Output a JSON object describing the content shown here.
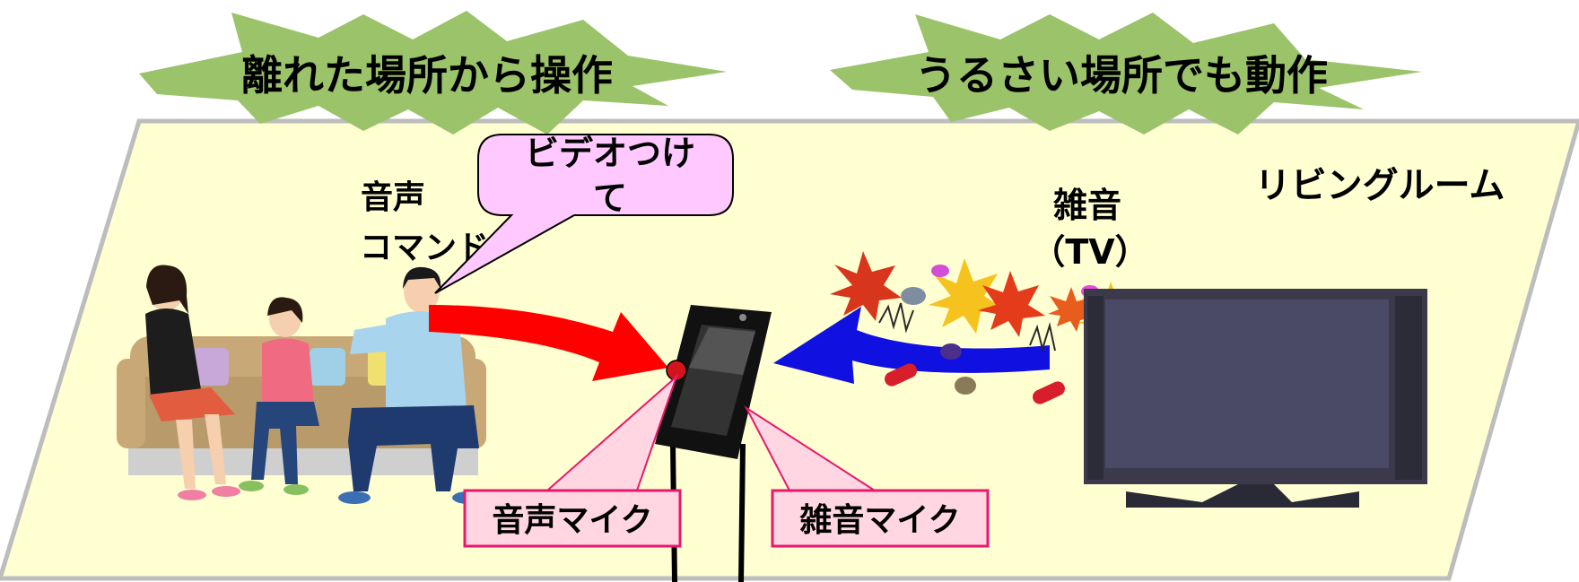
{
  "banners": {
    "left": "離れた場所から操作",
    "right": "うるさい場所でも動作"
  },
  "room_label": "リビングルーム",
  "speech_bubble": {
    "line1": "ビデオつけ",
    "line2": "て"
  },
  "voice_command": {
    "line1": "音声",
    "line2": "コマンド"
  },
  "noise_label": {
    "line1": "雑音",
    "line2": "（TV）"
  },
  "mic_labels": {
    "voice": "音声マイク",
    "noise": "雑音マイク"
  },
  "colors": {
    "floor": "#ffffd2",
    "floor_border": "#bdbdbd",
    "banner_fill": "#9bc36a",
    "voice_arrow": "#ff0000",
    "noise_arrow": "#1010e0",
    "bubble_fill": "#ffc8ff",
    "label_fill": "#ffd6e2",
    "label_border": "#e8186d"
  },
  "icons": {
    "family": "family-on-sofa-icon",
    "tablet": "tablet-device-icon",
    "tv": "flat-tv-icon",
    "noise": "noise-burst-icon",
    "mic": "microphone-dot-icon"
  }
}
